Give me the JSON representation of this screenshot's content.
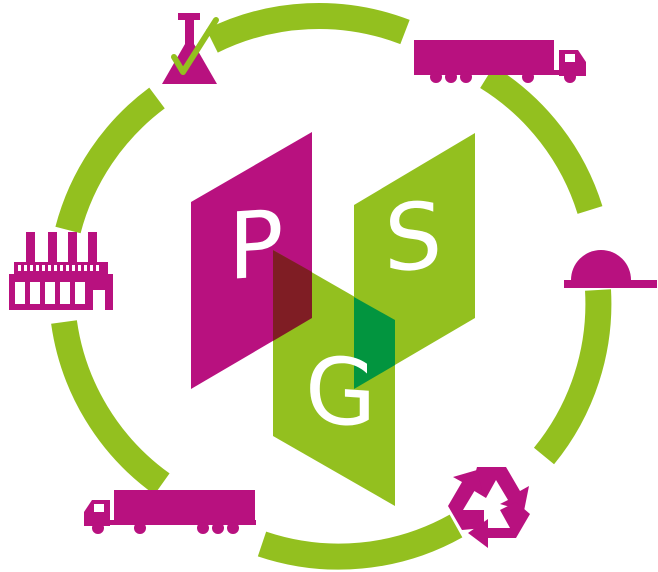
{
  "logo": {
    "letters": [
      "P",
      "G",
      "S"
    ]
  },
  "colors": {
    "magenta": "#b8117f",
    "green": "#93c01f",
    "dark_red_overlap": "#7f1d24",
    "dark_green_overlap": "#02953f",
    "white": "#ffffff"
  },
  "icons": [
    "lab-flask-icon",
    "truck-icon",
    "hard-hat-icon",
    "recycle-icon",
    "truck-icon",
    "factory-icon"
  ]
}
